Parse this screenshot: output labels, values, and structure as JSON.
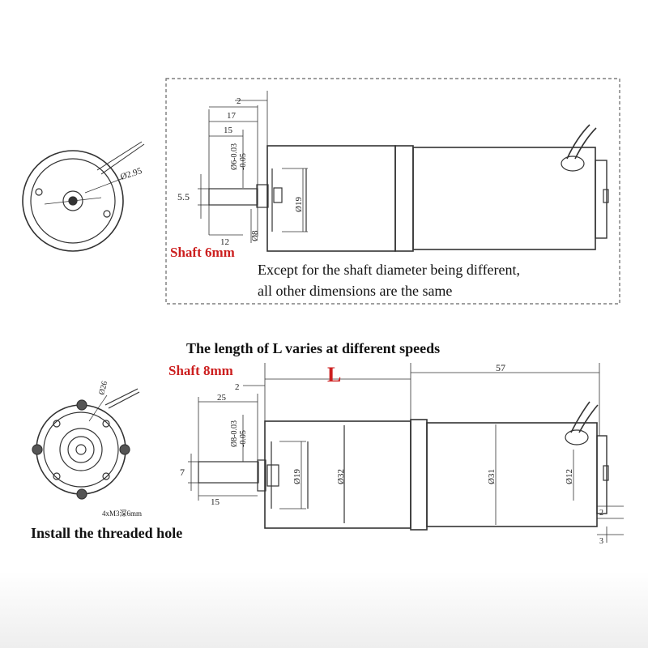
{
  "shaft6": {
    "label": "Shaft 6mm",
    "note_line1": "Except for the shaft diameter being different,",
    "note_line2": "all other dimensions are the same",
    "dims": {
      "d2": "2",
      "d17": "17",
      "d15": "15",
      "tol": "Ø6-0.03\n-0.05",
      "d55": "5.5",
      "d19": "Ø19",
      "d12": "12",
      "d8": "Ø8",
      "face": "Ø2.95"
    }
  },
  "shaft8": {
    "label": "Shaft 8mm",
    "headline": "The length of L varies at different speeds",
    "L": "L",
    "dims": {
      "d57": "57",
      "d2": "2",
      "d25": "25",
      "tol": "Ø8-0.03\n-0.05",
      "d7": "7",
      "d15": "15",
      "d19": "Ø19",
      "d32": "Ø32",
      "d31": "Ø31",
      "d12": "Ø12",
      "d2b": "2",
      "d3": "3",
      "face": "Ø26",
      "holes": "4xM3深6mm"
    },
    "hole_label": "Install the threaded hole"
  },
  "colors": {
    "accent": "#cc1f1f",
    "line": "#333333"
  }
}
